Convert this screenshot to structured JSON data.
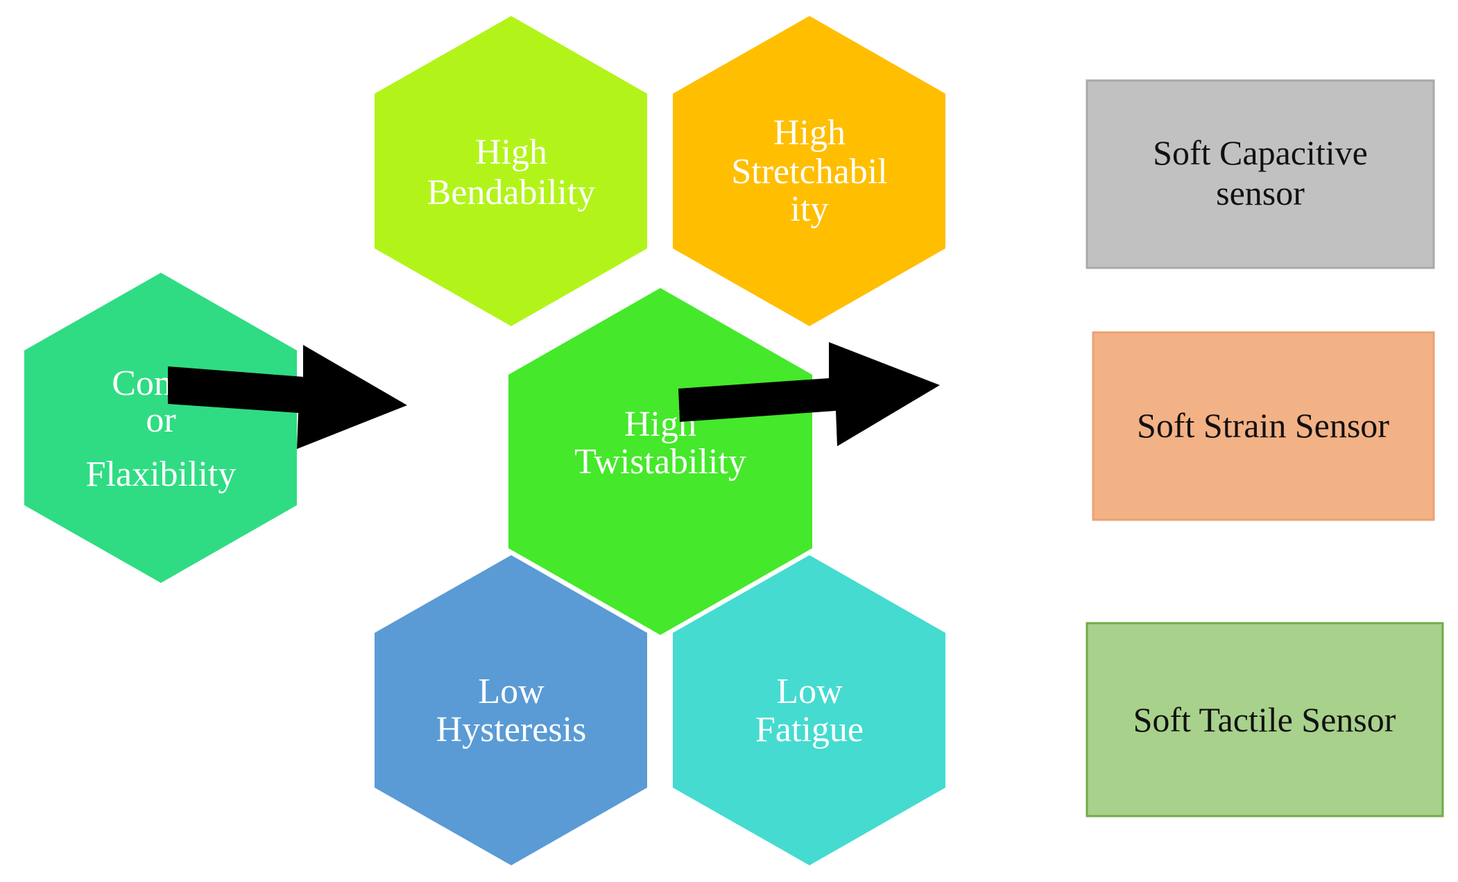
{
  "hexagons": {
    "compliance": {
      "lines": [
        "Compl",
        "or",
        "Flaxibility"
      ],
      "color": "#2fdc83"
    },
    "bendability": {
      "lines": [
        "High",
        "Bendability"
      ],
      "color": "#b2f41a"
    },
    "stretchability": {
      "lines": [
        "High",
        "Stretchabil",
        "ity"
      ],
      "color": "#ffbe00"
    },
    "twistability": {
      "lines": [
        "High",
        "Twistability"
      ],
      "color": "#45e82b"
    },
    "hysteresis": {
      "lines": [
        "Low",
        "Hysteresis"
      ],
      "color": "#5a9bd5"
    },
    "fatigue": {
      "lines": [
        "Low",
        "Fatigue"
      ],
      "color": "#45dbd0"
    }
  },
  "boxes": {
    "capacitive": {
      "lines": [
        "Soft Capacitive",
        "sensor"
      ],
      "fill": "#c1c1c1",
      "border": "#a9a9a9"
    },
    "strain": {
      "lines": [
        "Soft Strain Sensor"
      ],
      "fill": "#f3b186",
      "border": "#eda172"
    },
    "tactile": {
      "lines": [
        "Soft Tactile Sensor"
      ],
      "fill": "#a8d18c",
      "border": "#71ac48"
    }
  },
  "arrow_color": "#000000"
}
